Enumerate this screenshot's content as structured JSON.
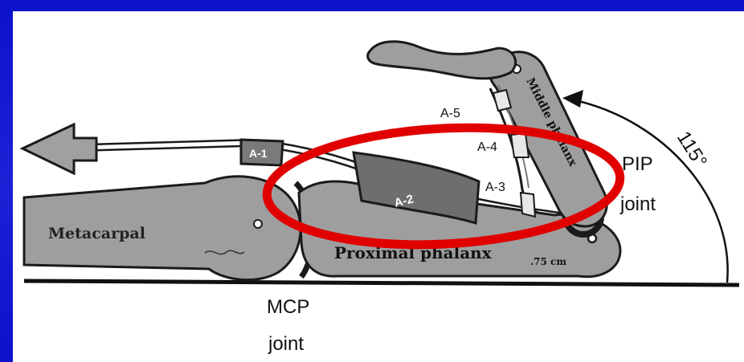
{
  "labels": {
    "metacarpal": "Metacarpal",
    "proximal_phalanx": "Proximal phalanx",
    "middle_phalanx": "Middle phalanx",
    "mcp_line1": "MCP",
    "mcp_line2": "joint",
    "pip_line1": "PIP",
    "pip_line2": "joint",
    "angle": "115°",
    "distance": ".75 cm",
    "pulleys": {
      "a1": "A-1",
      "a2": "A-2",
      "a3": "A-3",
      "a4": "A-4",
      "a5": "A-5"
    }
  },
  "colors": {
    "background": "#1a1fd0",
    "panel": "#ffffff",
    "bone": "#9e9e9e",
    "outline": "#1b1b1b",
    "highlight_ring": "#e00000"
  }
}
